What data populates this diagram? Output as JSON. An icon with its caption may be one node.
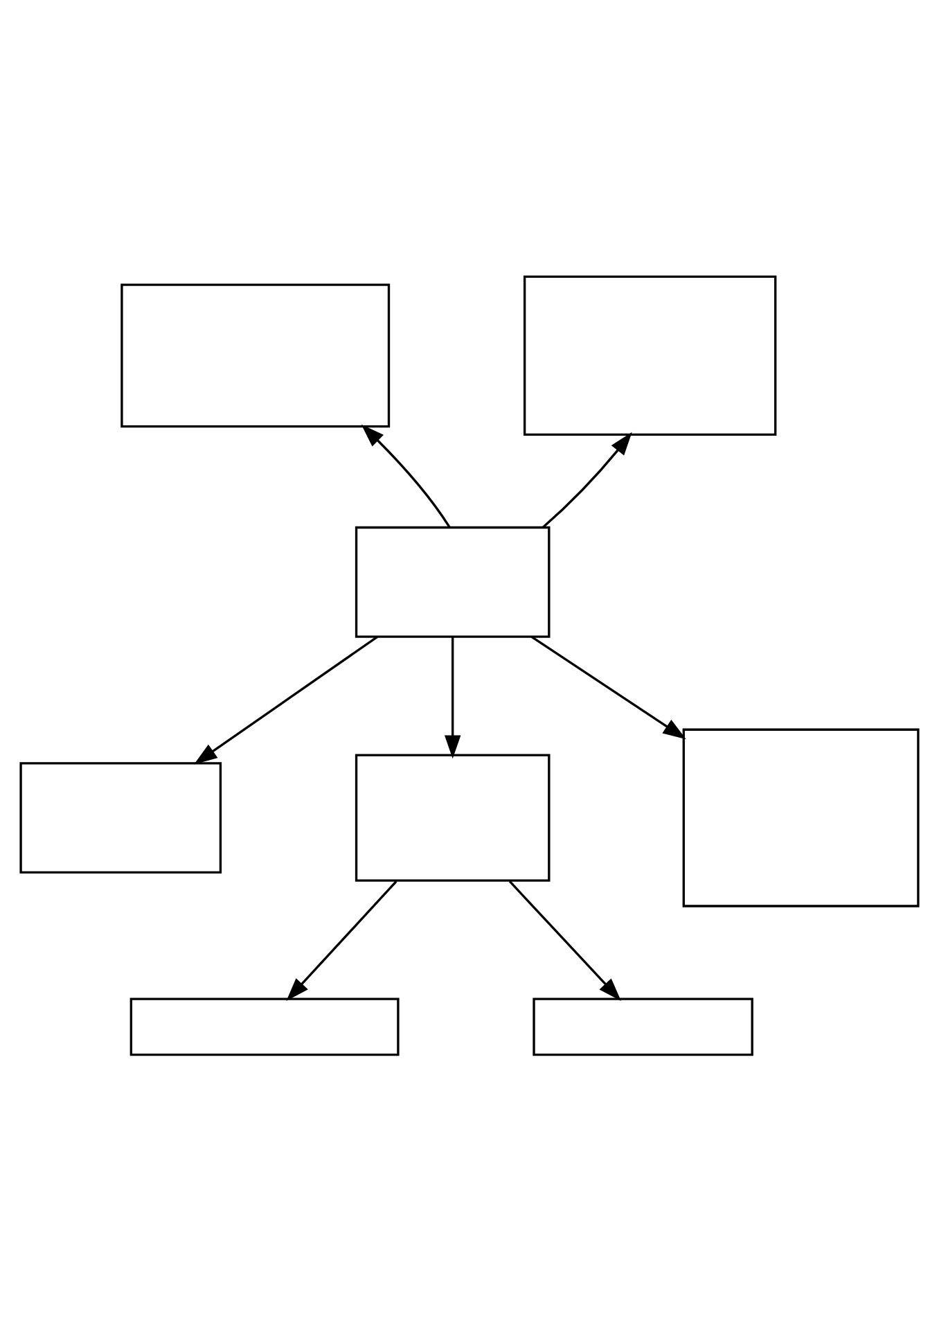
{
  "diagram": {
    "nodes": [
      {
        "text": [],
        "shape": "box"
      },
      {
        "text": [],
        "shape": "box"
      },
      {
        "text": [],
        "shape": "box"
      },
      {
        "text": [],
        "shape": "box"
      },
      {
        "text": [],
        "shape": "box"
      },
      {
        "text": [],
        "shape": "box"
      },
      {
        "text": [],
        "shape": "box"
      },
      {
        "text": [],
        "shape": "box"
      }
    ],
    "edges": [
      {
        "from": 2,
        "to": 0,
        "arrow": "to"
      },
      {
        "from": 2,
        "to": 1,
        "arrow": "to"
      },
      {
        "from": 2,
        "to": 3,
        "arrow": "to"
      },
      {
        "from": 2,
        "to": 4,
        "arrow": "to"
      },
      {
        "from": 2,
        "to": 5,
        "arrow": "to"
      },
      {
        "from": 4,
        "to": 6,
        "arrow": "to"
      },
      {
        "from": 4,
        "to": 7,
        "arrow": "to"
      }
    ]
  }
}
